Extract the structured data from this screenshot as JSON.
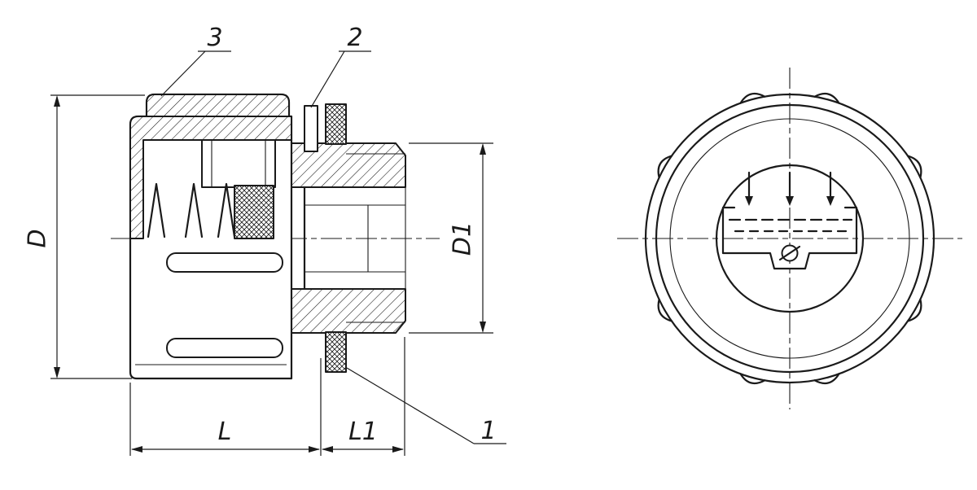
{
  "drawing": {
    "dimension_labels": {
      "d": "D",
      "d1": "D1",
      "l": "L",
      "l1": "L1"
    },
    "part_callouts": {
      "c1": "1",
      "c2": "2",
      "c3": "3"
    },
    "colors": {
      "line": "#1a1a1a",
      "background": "#ffffff"
    }
  }
}
